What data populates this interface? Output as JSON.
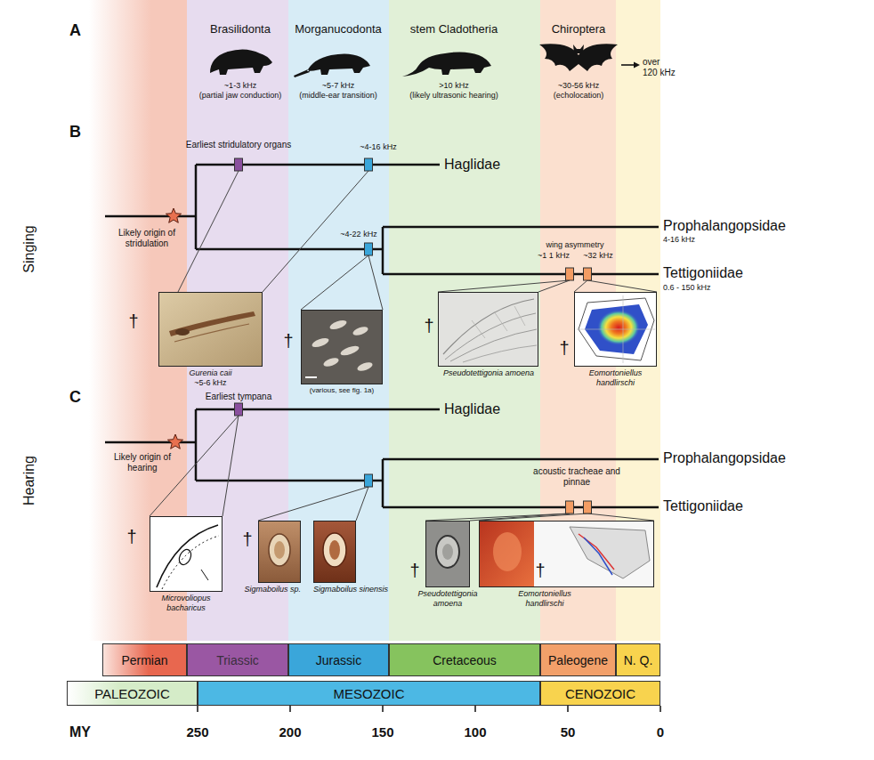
{
  "diagram": {
    "nodes": [
      {
        "text": [
          "Gurenia caii",
          "~5-6 kHz"
        ]
      },
      {
        "text": [
          "(various, see fig. 1a)"
        ]
      },
      {
        "text": [
          "Pseudotettigonia amoena"
        ]
      },
      {
        "text": [
          "Eomortoniellus handlirschi"
        ]
      },
      {
        "text": [
          "Microvoliopus bacharicus"
        ]
      },
      {
        "text": [
          "Sigmaboilus sp."
        ]
      },
      {
        "text": [
          "Sigmaboilus sinensis"
        ]
      },
      {
        "text": [
          "Pseudotettigonia amoena"
        ]
      },
      {
        "text": [
          "Eomortoniellus handlirschi"
        ]
      },
      {
        "text": [
          "Permian"
        ]
      },
      {
        "text": [
          "Triassic"
        ]
      },
      {
        "text": [
          "Jurassic"
        ]
      },
      {
        "text": [
          "Cretaceous"
        ]
      },
      {
        "text": [
          "Paleogene"
        ]
      },
      {
        "text": [
          "N. Q."
        ]
      },
      {
        "text": [
          "PALEOZOIC"
        ]
      },
      {
        "text": [
          "MESOZOIC"
        ]
      },
      {
        "text": [
          "CENOZOIC"
        ]
      }
    ],
    "labels": [
      "A",
      "Brasilidonta",
      "~1-3 kHz",
      "(partial jaw conduction)",
      "Morganucodonta",
      "~5-7 kHz",
      "(middle-ear transition)",
      "stem Cladotheria",
      ">10 kHz",
      "(likely ultrasonic hearing)",
      "Chiroptera",
      "~30-56 kHz",
      "(echolocation)",
      "over 120 kHz",
      "B",
      "Singing",
      "Earliest stridulatory organs",
      "~4-16 kHz",
      "Haglidae",
      "Likely origin of stridulation",
      "~4-22 kHz",
      "Prophalangopsidae",
      "4-16 kHz",
      "wing asymmetry",
      "~1 1 kHz",
      "~32 kHz",
      "Tettigoniidae",
      "0.6 - 150 kHz",
      "†",
      "†",
      "†",
      "†",
      "C",
      "Hearing",
      "Earliest tympana",
      "Haglidae",
      "Likely origin of hearing",
      "Prophalangopsidae",
      "acoustic tracheae and pinnae",
      "Tettigoniidae",
      "†",
      "†",
      "†",
      "†",
      "MY",
      "250",
      "200",
      "150",
      "100",
      "50",
      "0"
    ]
  }
}
